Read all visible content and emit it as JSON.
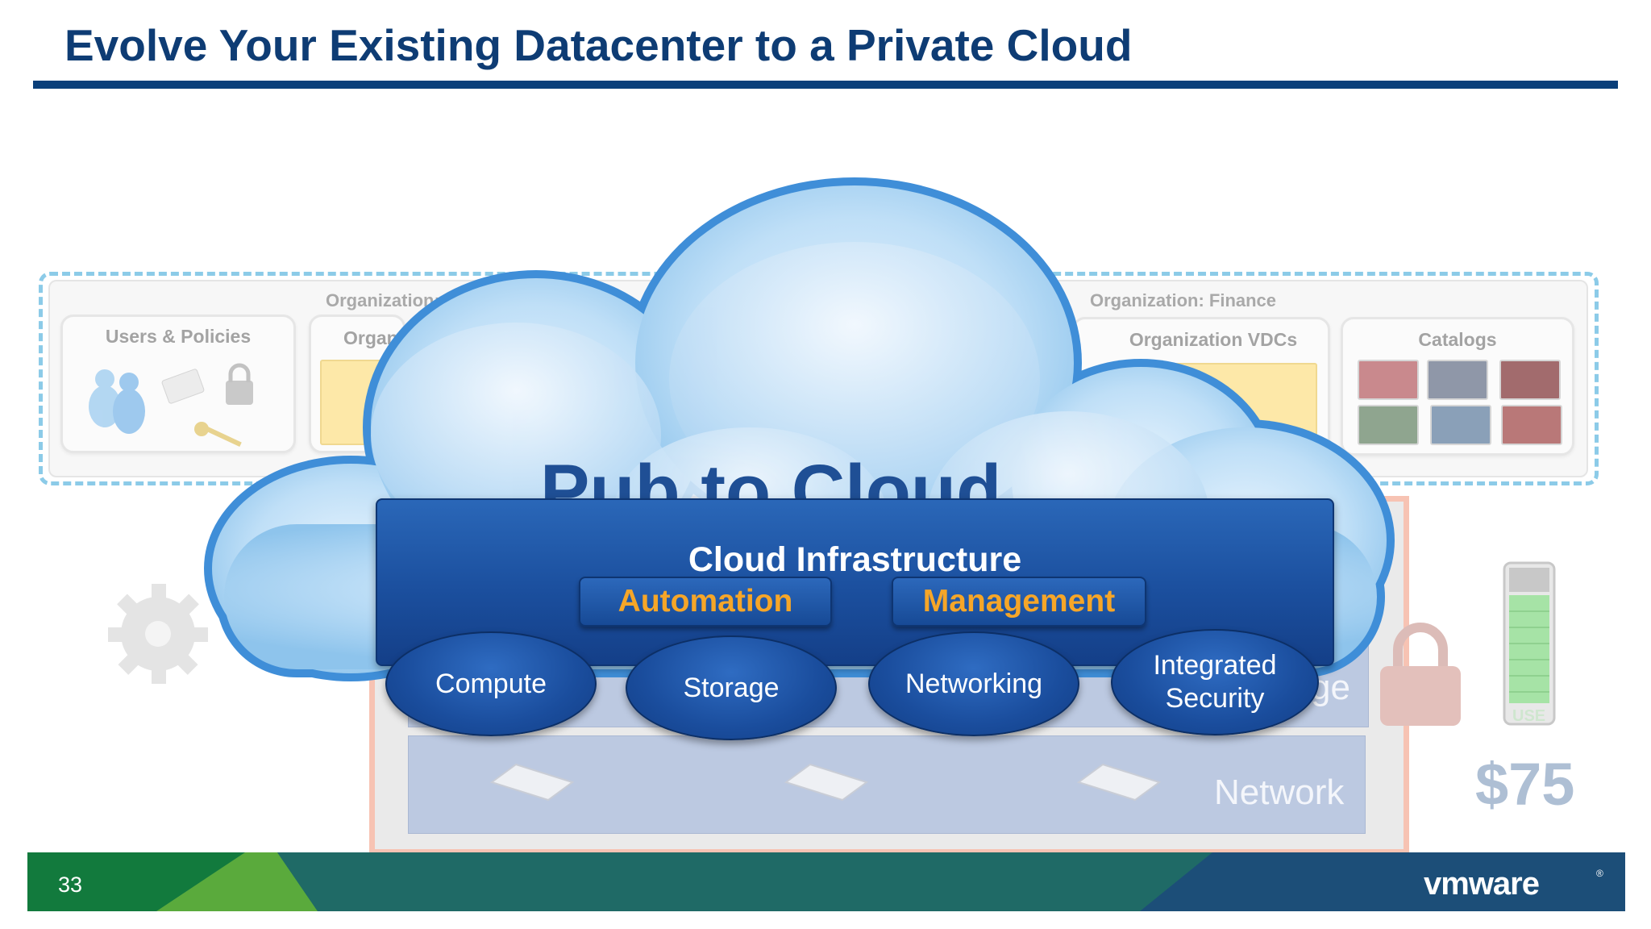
{
  "slide": {
    "title": "Evolve Your Existing Datacenter to a Private Cloud",
    "page_number": "33"
  },
  "background": {
    "org_left_label": "Organization: M",
    "org_right_label": "Organization: Finance",
    "cards": {
      "users_policies": "Users & Policies",
      "org_vdcs_left": "Organi",
      "org_vdcs_right": "Organization VDCs",
      "catalogs": "Catalogs"
    },
    "hidden_heading": "Pub to Cloud",
    "layers": {
      "storage_partial": "ge",
      "network": "Network"
    },
    "price": "$75",
    "gauge_label": "USE"
  },
  "cloud_infrastructure": {
    "title": "Cloud Infrastructure",
    "pills": [
      "Automation",
      "Management"
    ],
    "ovals": {
      "compute": "Compute",
      "storage": "Storage",
      "networking": "Networking",
      "security_line1": "Integrated",
      "security_line2": "Security"
    }
  },
  "brand": {
    "logo": "vmware",
    "accent": "#f6a628",
    "title_color": "#0e3c74"
  }
}
